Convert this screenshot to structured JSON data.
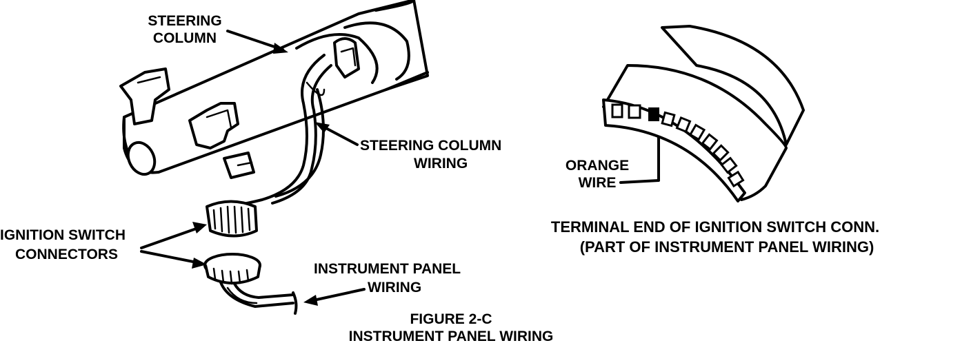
{
  "labels": {
    "steering_column": [
      "STEERING",
      "COLUMN"
    ],
    "steering_column_wiring": [
      "STEERING COLUMN",
      "WIRING"
    ],
    "ignition_switch_connectors": [
      "IGNITION SWITCH",
      "CONNECTORS"
    ],
    "instrument_panel_wiring": [
      "INSTRUMENT PANEL",
      "WIRING"
    ],
    "orange_wire": [
      "ORANGE",
      "WIRE"
    ],
    "terminal_end": [
      "TERMINAL END OF IGNITION SWITCH CONN.",
      "(PART OF INSTRUMENT PANEL WIRING)"
    ]
  },
  "figure": {
    "number": "FIGURE 2-C",
    "title": "INSTRUMENT PANEL WIRING"
  },
  "colors": {
    "ink": "#000000",
    "paper": "#ffffff"
  }
}
